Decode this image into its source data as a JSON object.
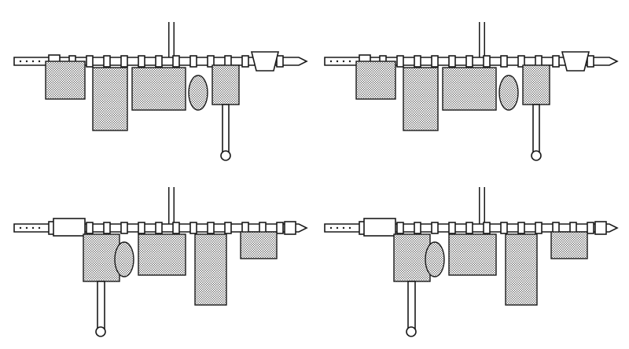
{
  "illustration": {
    "panels": [
      {
        "variant": "a"
      },
      {
        "variant": "b"
      },
      {
        "variant": "c"
      },
      {
        "variant": "d"
      }
    ]
  }
}
